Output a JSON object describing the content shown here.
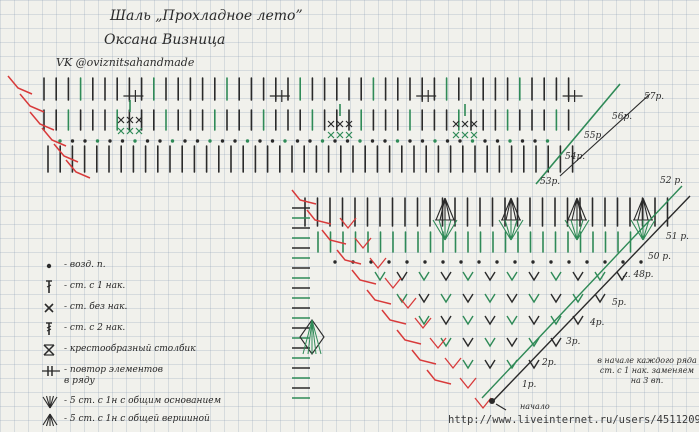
{
  "title": {
    "line1": "Шаль „Прохладное лето”",
    "line2": "Оксана Визница",
    "vk": "VK @oviznitsahandmade"
  },
  "legend": [
    {
      "symbol": "dot-icon",
      "text": "- возд. п."
    },
    {
      "symbol": "dc-icon",
      "text": "- ст. с 1 нак."
    },
    {
      "symbol": "sc-icon",
      "text": "- ст. без нак."
    },
    {
      "symbol": "tr-icon",
      "text": "- ст. с 2 нак."
    },
    {
      "symbol": "cross-stitch-icon",
      "text": "- крестообразный столбик"
    },
    {
      "symbol": "repeat-icon",
      "text": "- повтор элементов",
      "text2": "в ряду"
    },
    {
      "symbol": "fan-base-icon",
      "text": "- 5 ст. с 1н с общим основанием"
    },
    {
      "symbol": "fan-top-icon",
      "text": "- 5 ст. с 1н с общей вершиной"
    }
  ],
  "upper_rows": [
    "57р.",
    "56р.",
    "55р.",
    "54р.",
    "53р."
  ],
  "lower_rows": [
    "52 р.",
    "51 р.",
    "50 р.",
    "... 48р.",
    "5р.",
    "4р.",
    "3р.",
    "2р.",
    "1р."
  ],
  "note": "в начале каждого ряда ст. с 1 нак. заменяем на 3 вп.",
  "start_label": "начало",
  "watermark": "http://www.liveinternet.ru/users/4511209/",
  "colors": {
    "red": "#d83a3a",
    "green": "#2f8a57",
    "dark": "#2a2a2a",
    "paper": "#f1f1ec"
  }
}
